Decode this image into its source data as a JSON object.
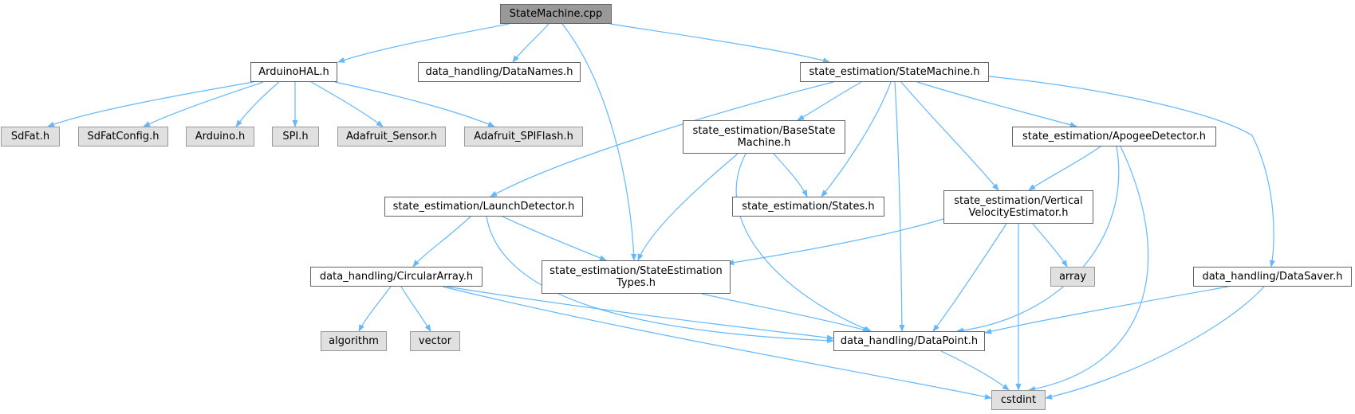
{
  "colors": {
    "edge": "#63b8ff",
    "main_fill": "#999999",
    "local_fill": "#ffffff",
    "system_fill": "#e0e0e0",
    "border": "#666666"
  },
  "nodes": {
    "statemachine_cpp": "StateMachine.cpp",
    "arduinohal": "ArduinoHAL.h",
    "datanames": "data_handling/DataNames.h",
    "statemachine_h": "state_estimation/StateMachine.h",
    "sdfat": "SdFat.h",
    "sdfatconfig": "SdFatConfig.h",
    "arduino": "Arduino.h",
    "spi": "SPI.h",
    "adafruit_sensor": "Adafruit_Sensor.h",
    "adafruit_spiflash": "Adafruit_SPIFlash.h",
    "basestatemachine": "state_estimation/BaseState\nMachine.h",
    "apogeedetector": "state_estimation/ApogeeDetector.h",
    "launchdetector": "state_estimation/LaunchDetector.h",
    "states": "state_estimation/States.h",
    "verticalvelocity": "state_estimation/Vertical\nVelocityEstimator.h",
    "circulararray": "data_handling/CircularArray.h",
    "stateestimationtypes": "state_estimation/StateEstimation\nTypes.h",
    "array": "array",
    "datasaver": "data_handling/DataSaver.h",
    "algorithm": "algorithm",
    "vector": "vector",
    "datapoint": "data_handling/DataPoint.h",
    "cstdint": "cstdint"
  }
}
